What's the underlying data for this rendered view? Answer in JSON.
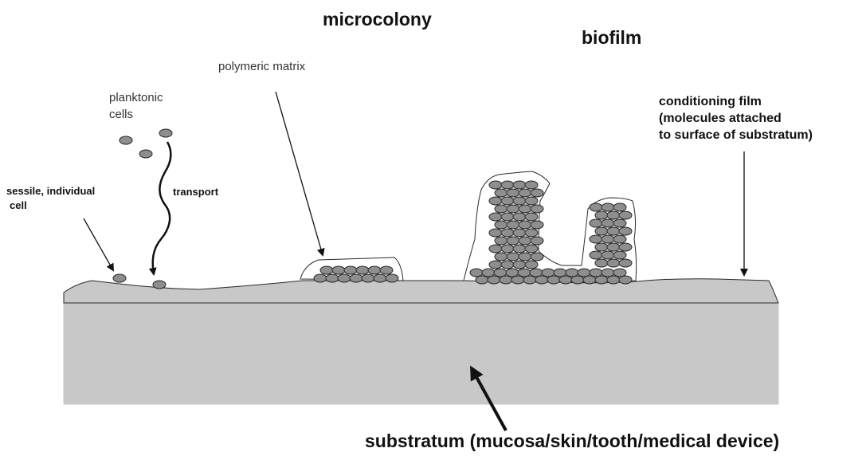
{
  "labels": {
    "microcolony": "microcolony",
    "biofilm": "biofilm",
    "polymeric_matrix": "polymeric matrix",
    "planktonic_line1": "planktonic",
    "planktonic_line2": "cells",
    "conditioning_line1": "conditioning film",
    "conditioning_line2": "(molecules attached",
    "conditioning_line3": "to surface of substratum)",
    "sessile_line1": "sessile, individual",
    "sessile_line2": "cell",
    "transport": "transport",
    "substratum": "substratum (mucosa/skin/tooth/medical device)"
  },
  "colors": {
    "substratum_fill": "#c8c8c8",
    "cell_fill": "#8e8e8e",
    "outline": "#2a2a2a"
  }
}
